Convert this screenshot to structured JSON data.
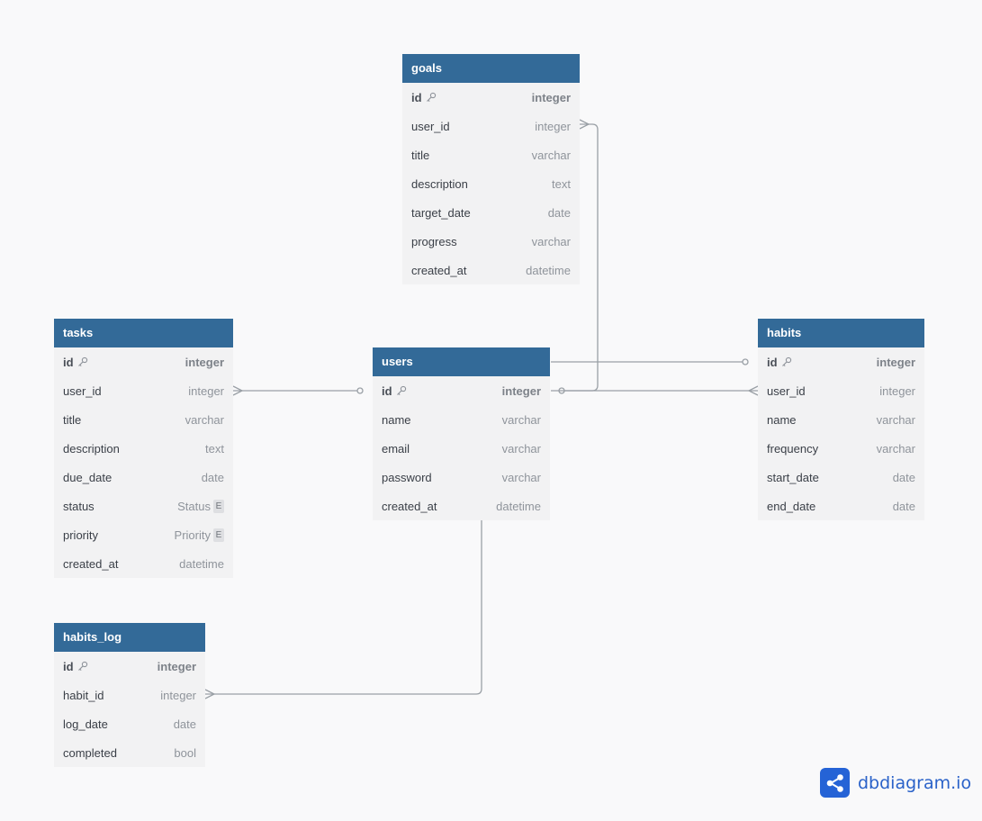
{
  "colors": {
    "header_bg": "#336a98",
    "table_bg": "#f2f2f3",
    "canvas_bg": "#f9f9fa",
    "connector": "#9aa0a6",
    "brand": "#2563d6"
  },
  "tables": {
    "goals": {
      "name": "goals",
      "fields": [
        {
          "name": "id",
          "type": "integer",
          "pk": true
        },
        {
          "name": "user_id",
          "type": "integer"
        },
        {
          "name": "title",
          "type": "varchar"
        },
        {
          "name": "description",
          "type": "text"
        },
        {
          "name": "target_date",
          "type": "date"
        },
        {
          "name": "progress",
          "type": "varchar"
        },
        {
          "name": "created_at",
          "type": "datetime"
        }
      ]
    },
    "tasks": {
      "name": "tasks",
      "fields": [
        {
          "name": "id",
          "type": "integer",
          "pk": true
        },
        {
          "name": "user_id",
          "type": "integer"
        },
        {
          "name": "title",
          "type": "varchar"
        },
        {
          "name": "description",
          "type": "text"
        },
        {
          "name": "due_date",
          "type": "date"
        },
        {
          "name": "status",
          "type": "Status",
          "enum_badge": "E"
        },
        {
          "name": "priority",
          "type": "Priority",
          "enum_badge": "E"
        },
        {
          "name": "created_at",
          "type": "datetime"
        }
      ]
    },
    "users": {
      "name": "users",
      "fields": [
        {
          "name": "id",
          "type": "integer",
          "pk": true
        },
        {
          "name": "name",
          "type": "varchar"
        },
        {
          "name": "email",
          "type": "varchar"
        },
        {
          "name": "password",
          "type": "varchar"
        },
        {
          "name": "created_at",
          "type": "datetime"
        }
      ]
    },
    "habits": {
      "name": "habits",
      "fields": [
        {
          "name": "id",
          "type": "integer",
          "pk": true
        },
        {
          "name": "user_id",
          "type": "integer"
        },
        {
          "name": "name",
          "type": "varchar"
        },
        {
          "name": "frequency",
          "type": "varchar"
        },
        {
          "name": "start_date",
          "type": "date"
        },
        {
          "name": "end_date",
          "type": "date"
        }
      ]
    },
    "habits_log": {
      "name": "habits_log",
      "fields": [
        {
          "name": "id",
          "type": "integer",
          "pk": true
        },
        {
          "name": "habit_id",
          "type": "integer"
        },
        {
          "name": "log_date",
          "type": "date"
        },
        {
          "name": "completed",
          "type": "bool"
        }
      ]
    }
  },
  "relationships": [
    {
      "from": "goals.user_id",
      "to": "users.id",
      "from_end": "many",
      "to_end": "one"
    },
    {
      "from": "tasks.user_id",
      "to": "users.id",
      "from_end": "many",
      "to_end": "one"
    },
    {
      "from": "habits.user_id",
      "to": "users.id",
      "from_end": "many",
      "to_end": "one"
    },
    {
      "from": "habits_log.habit_id",
      "to": "habits.id",
      "from_end": "many",
      "to_end": "one"
    }
  ],
  "brand": {
    "text": "dbdiagram.io",
    "icon": "share-nodes-icon"
  }
}
